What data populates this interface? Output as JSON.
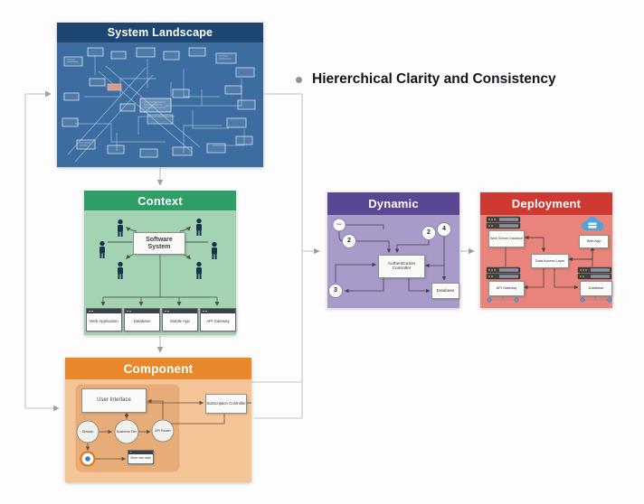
{
  "bullet": {
    "text": "Hiererchical Clarity and Consistency"
  },
  "panels": {
    "system_landscape": {
      "title": "System Landscape"
    },
    "context": {
      "title": "Context",
      "center_system": "Software System",
      "bottom_boxes": [
        {
          "label": "Web Application"
        },
        {
          "label": "Database"
        },
        {
          "label": "Mobile App"
        },
        {
          "label": "API Gateway"
        }
      ]
    },
    "component": {
      "title": "Component",
      "user_interface": "User Interface",
      "circle_1": "Session",
      "circle_2": "Business Tier",
      "circle_3": "API Router",
      "store_box": "Store user data",
      "subscription": "Subscription Controller"
    },
    "dynamic": {
      "title": "Dynamic",
      "user_circle": "User",
      "step_2a": "2",
      "step_2b": "2",
      "step_4": "4",
      "step_3": "3",
      "controller": "Authentication Controller",
      "database": "Database"
    },
    "deployment": {
      "title": "Deployment",
      "web_server": "Web Server Instance",
      "web_app": "Web App",
      "center": "Data Access Layer",
      "api_gateway": "API Gateway",
      "database": "Database"
    }
  },
  "colors": {
    "landscape_header": "#1d4673",
    "landscape_body": "#3d6da0",
    "context_header": "#2e9e66",
    "context_body": "#a3d3b3",
    "component_header": "#e8872b",
    "component_body": "#f5c497",
    "dynamic_header": "#5a4693",
    "dynamic_body": "#a89bc9",
    "deployment_header": "#ce3a31",
    "deployment_body": "#e8847c",
    "connector": "#bcbcbc"
  }
}
